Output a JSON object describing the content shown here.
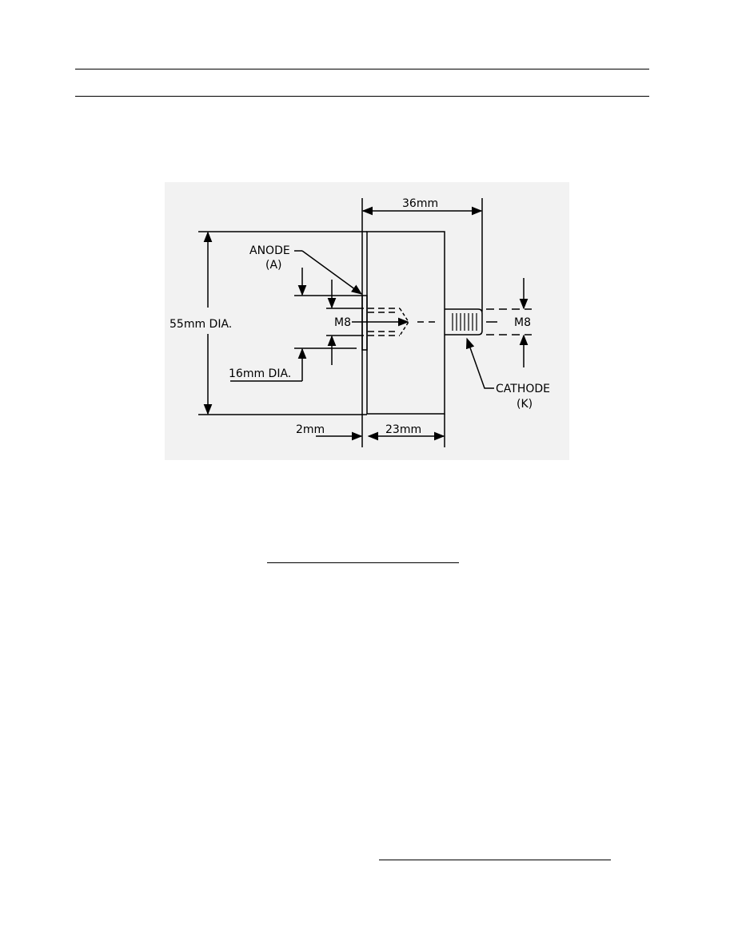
{
  "diagram": {
    "dimensions": {
      "overall_length": "36mm",
      "diameter": "55mm DIA.",
      "stud_diameter": "16mm DIA.",
      "flange_thickness": "2mm",
      "body_length": "23mm",
      "anode_thread": "M8",
      "cathode_thread": "M8"
    },
    "labels": {
      "anode": "ANODE",
      "anode_symbol": "(A)",
      "cathode": "CATHODE",
      "cathode_symbol": "(K)"
    }
  }
}
